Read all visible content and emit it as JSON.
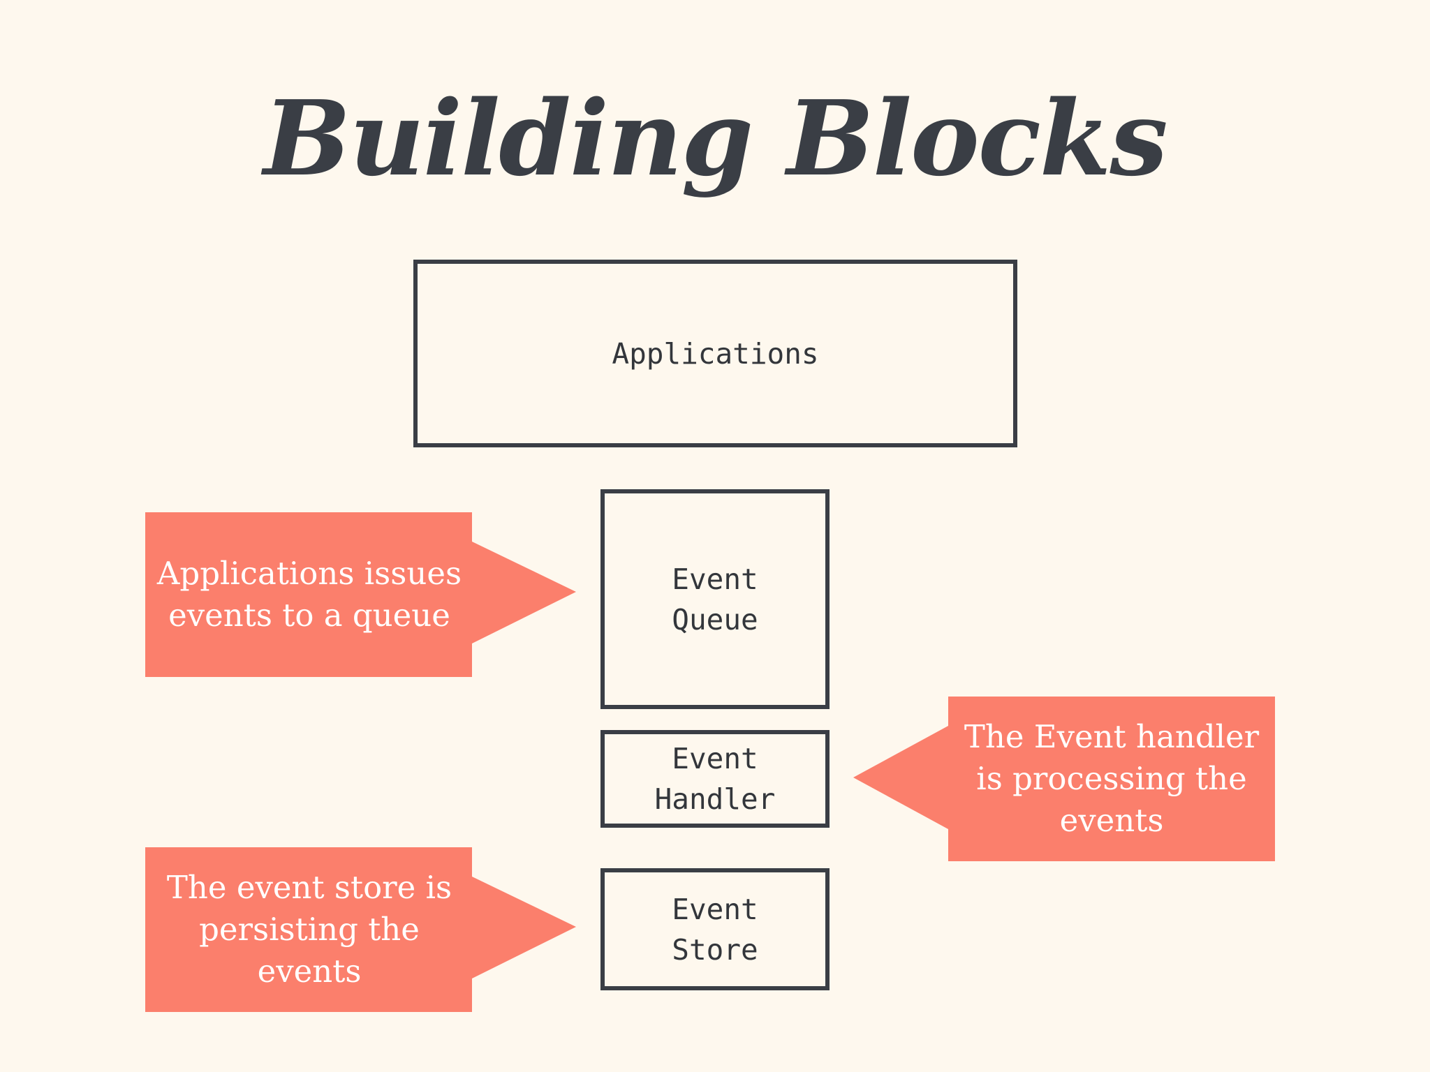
{
  "title": "Building Blocks",
  "boxes": {
    "applications": "Applications",
    "event_queue": [
      "Event",
      "Queue"
    ],
    "event_handler": [
      "Event",
      "Handler"
    ],
    "event_store": [
      "Event",
      "Store"
    ]
  },
  "callouts": {
    "queue": [
      "Applications issues",
      "events to a queue"
    ],
    "handler": [
      "The Event handler",
      "is processing the",
      "events"
    ],
    "store": [
      "The event store is",
      "persisting the",
      "events"
    ]
  },
  "colors": {
    "background": "#fef8ee",
    "box_border": "#3a3e45",
    "callout_fill": "#fb7f6c",
    "callout_text": "#ffffff"
  }
}
